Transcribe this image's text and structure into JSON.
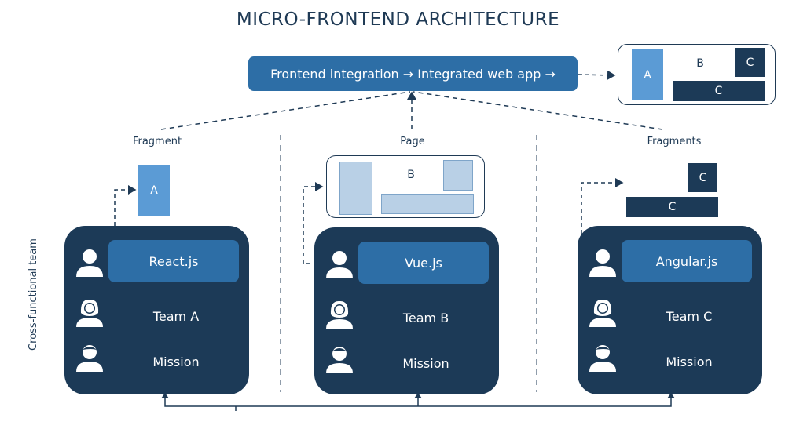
{
  "title": "MICRO-FRONTEND ARCHITECTURE",
  "integration": {
    "label": "Frontend integration → Integrated web app →"
  },
  "integrated_app": {
    "block_a": "A",
    "block_b": "B",
    "block_c_small": "C",
    "block_c_wide": "C"
  },
  "side_label": "Cross-functional team",
  "columns": [
    {
      "label": "Fragment",
      "preview": [
        "A"
      ],
      "tech": "React.js",
      "team": "Team A",
      "mission": "Mission"
    },
    {
      "label": "Page",
      "preview": [
        "B"
      ],
      "tech": "Vue.js",
      "team": "Team B",
      "mission": "Mission"
    },
    {
      "label": "Fragments",
      "preview": [
        "C",
        "C"
      ],
      "tech": "Angular.js",
      "team": "Team C",
      "mission": "Mission"
    }
  ],
  "colors": {
    "navy": "#1c3a57",
    "blue": "#2d6ea6",
    "light_blue": "#5b9bd5",
    "pale_blue": "#b9d0e6",
    "text": "#1f3a55"
  },
  "icons": [
    "person-icon",
    "person-female-icon",
    "person-male-icon"
  ]
}
